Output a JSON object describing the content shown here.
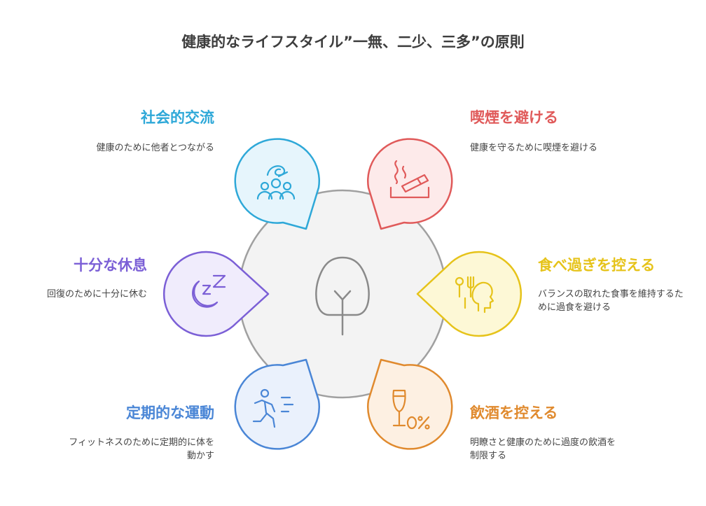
{
  "title": "健康的なライフスタイル”一無、二少、三多”の原則",
  "center_icon": "tree-icon",
  "items": [
    {
      "title": "社会的交流",
      "desc": "健康のために他者とつながる",
      "color": "#2ea8d8",
      "icon": "people-icon"
    },
    {
      "title": "喫煙を避ける",
      "desc": "健康を守るために喫煙を避ける",
      "color": "#e05a5a",
      "icon": "no-smoking-icon"
    },
    {
      "title": "食べ過ぎを控える",
      "desc": "バランスの取れた食事を維持するために過食を避ける",
      "color": "#e6c31a",
      "icon": "head-fork-spoon-icon"
    },
    {
      "title": "飲酒を控える",
      "desc": "明瞭さと健康のために過度の飲酒を制限する",
      "color": "#e08a2e",
      "icon": "glass-zero-percent-icon"
    },
    {
      "title": "定期的な運動",
      "desc": "フィットネスのために定期的に体を動かす",
      "color": "#4a86d6",
      "icon": "running-icon"
    },
    {
      "title": "十分な休息",
      "desc": "回復のために十分に休む",
      "color": "#7b5fd6",
      "icon": "moon-sleep-icon"
    }
  ]
}
